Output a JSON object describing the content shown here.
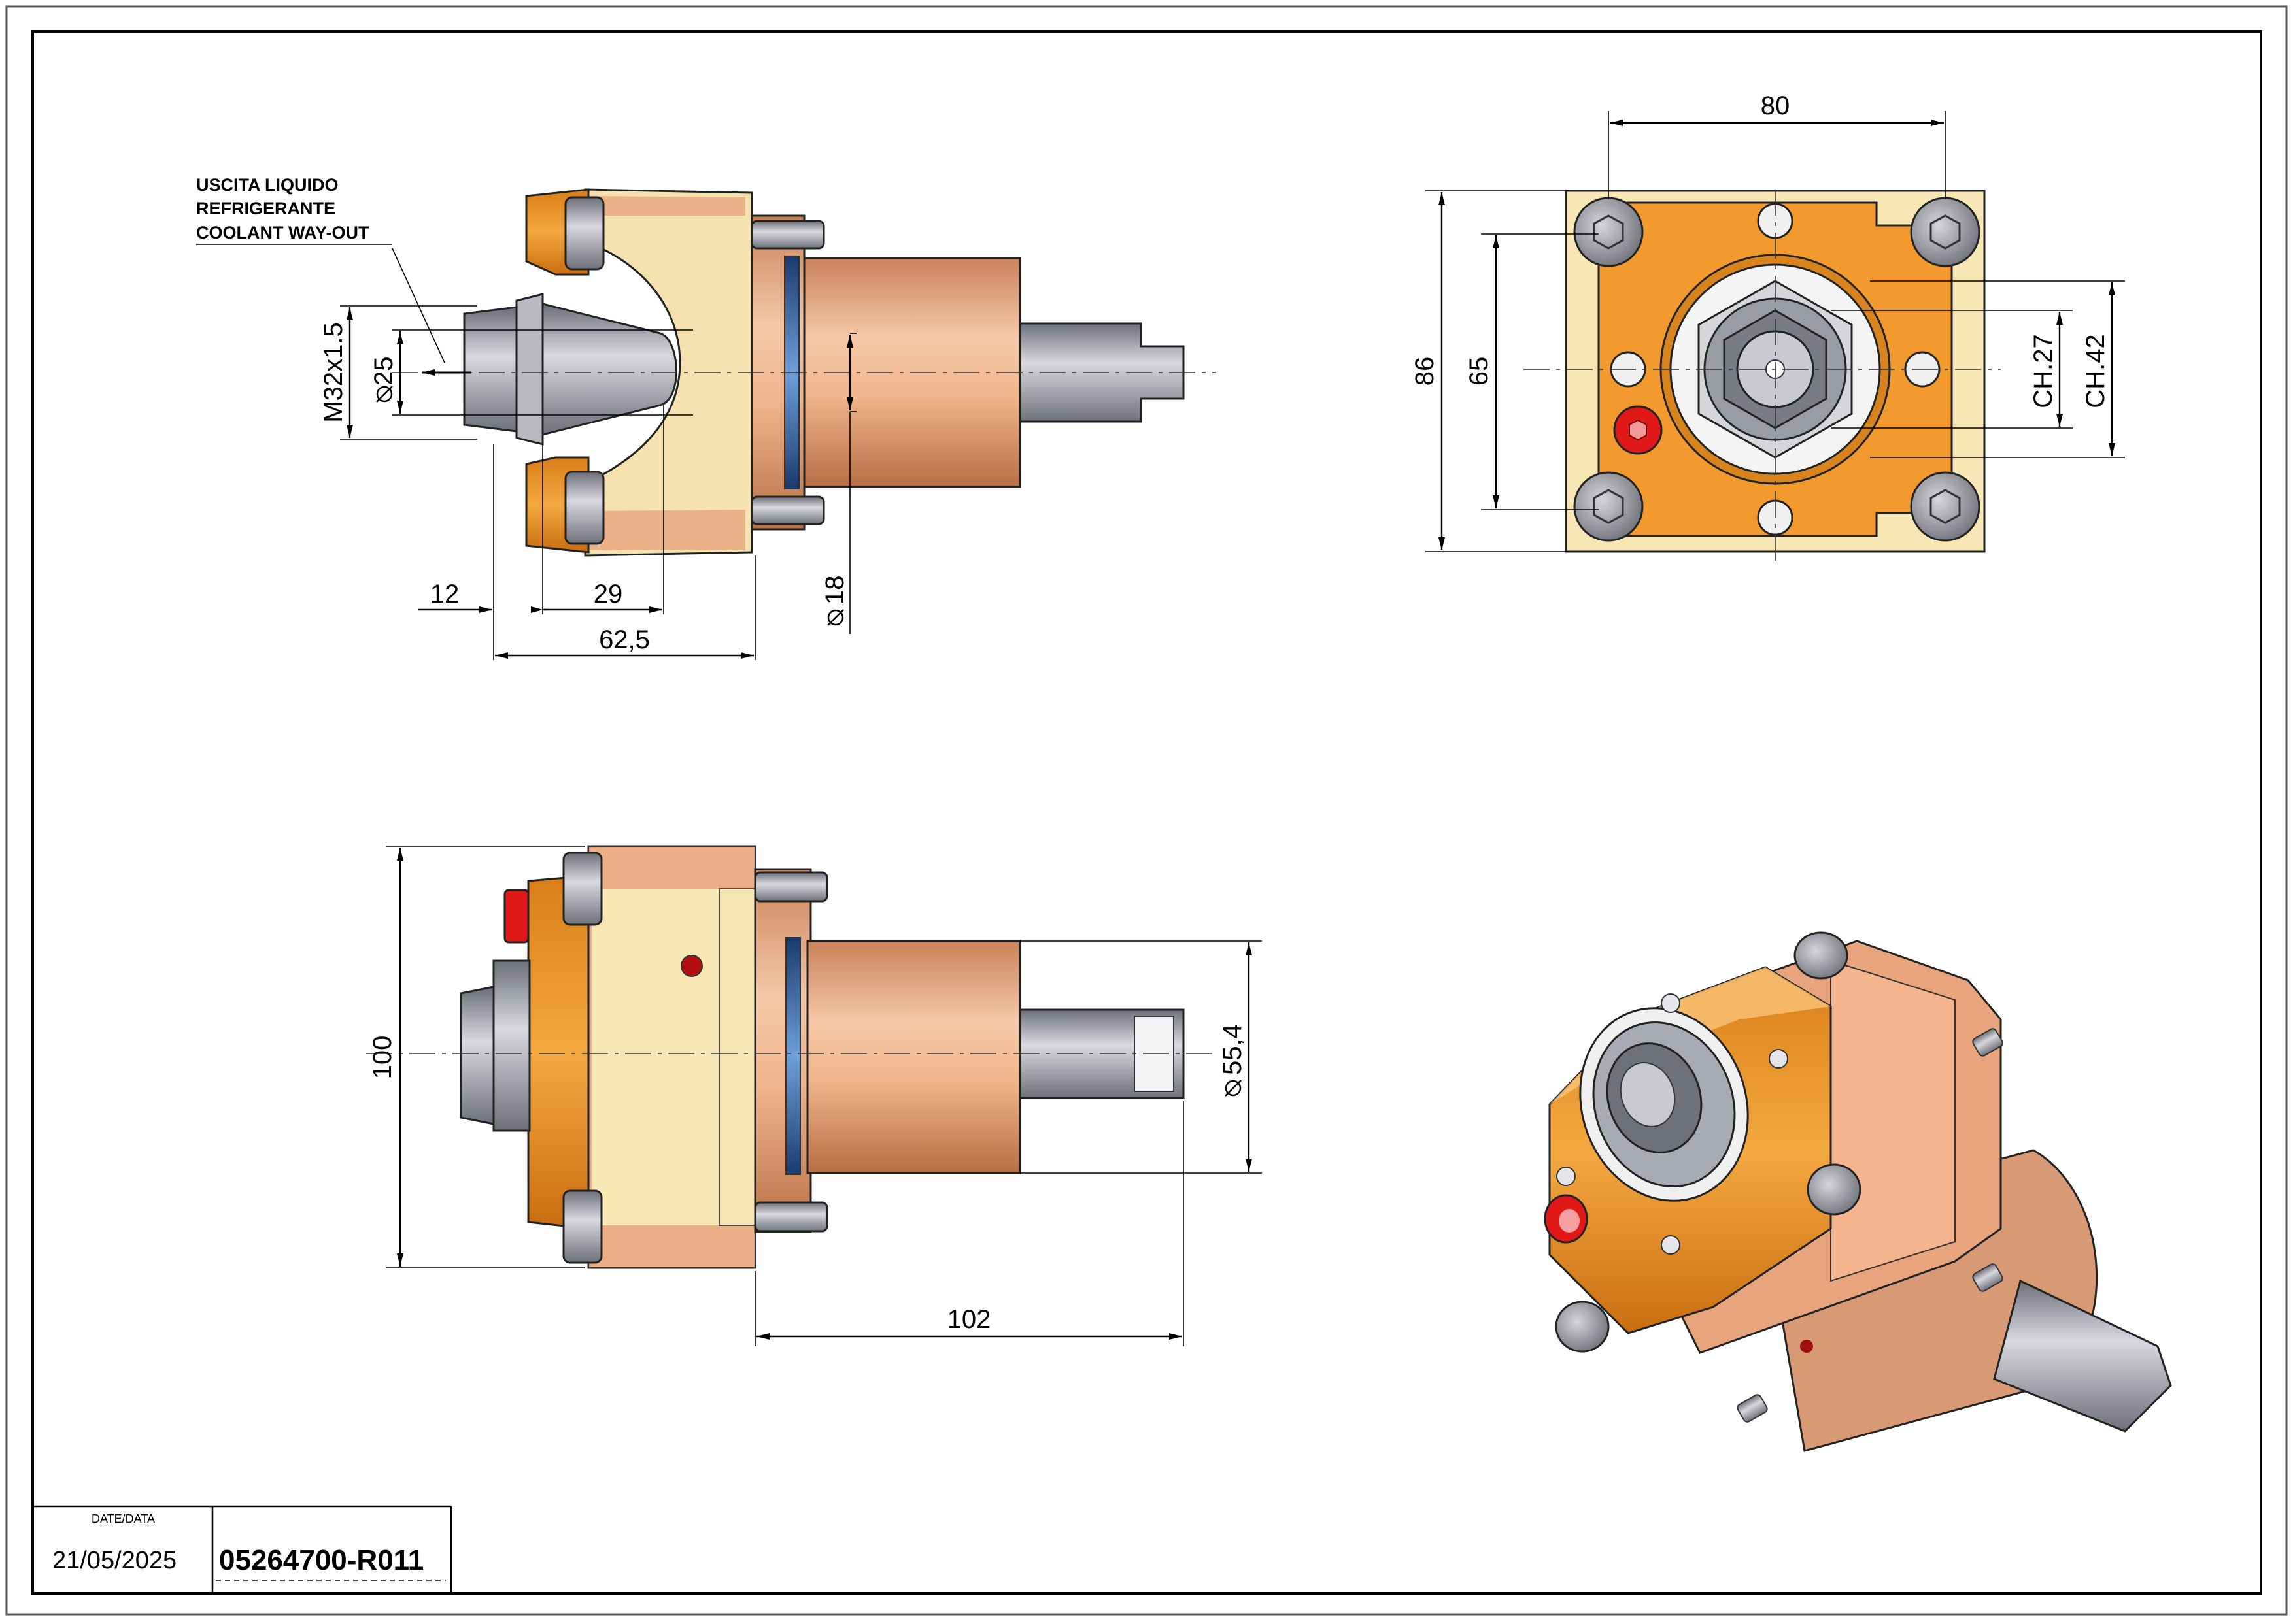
{
  "notes": {
    "coolant_line1": "USCITA LIQUIDO",
    "coolant_line2": "REFRIGERANTE",
    "coolant_line3": "COOLANT WAY-OUT"
  },
  "dimensions": {
    "thread": "M32x1.5",
    "dia_25": "25",
    "dia_18": "18",
    "len_12": "12",
    "len_29": "29",
    "len_62": "62,5",
    "width_80": "80",
    "height_86": "86",
    "height_65": "65",
    "ch_27": "CH.27",
    "ch_42": "CH.42",
    "height_100": "100",
    "dia_55": "55,4",
    "len_102": "102"
  },
  "title_block": {
    "date_label": "DATE/DATA",
    "date": "21/05/2025",
    "code": "05264700-R011"
  },
  "colors": {
    "orange": "#e8902a",
    "cream": "#f7e7b5",
    "copper": "#e3a078",
    "steel": "#9a9ca4",
    "red": "#e01818"
  }
}
